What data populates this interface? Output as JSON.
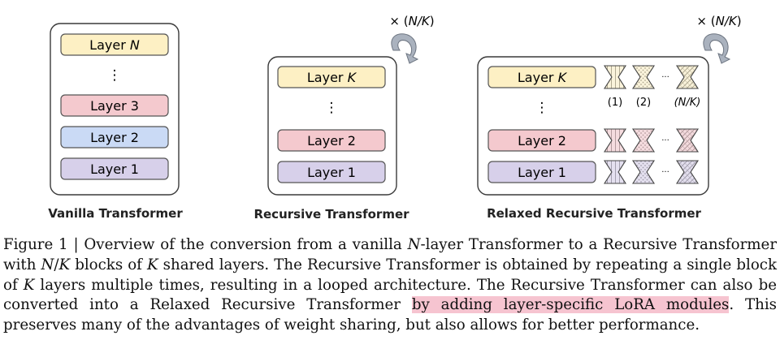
{
  "colors": {
    "layer_n": "#fdf0c4",
    "layer_3": "#f4c9ce",
    "layer_2_blue": "#cadaf5",
    "layer_pink": "#f4c9ce",
    "layer_purple": "#d7d0ea",
    "layer_k": "#fdf0c4",
    "block_border": "#3a3a3a",
    "loop_arrow": "#aab2be",
    "lora_highlight": "#f6c4d0"
  },
  "panels": {
    "vanilla": {
      "title": "Vanilla Transformer",
      "layers": {
        "top_prefix": "Layer ",
        "top_var": "N",
        "dots": "⋮",
        "l3": "Layer 3",
        "l2": "Layer 2",
        "l1": "Layer 1"
      }
    },
    "recursive": {
      "title": "Recursive Transformer",
      "repeat": {
        "times": "× (",
        "var": "N/K",
        "close": ")"
      },
      "layers": {
        "top_prefix": "Layer ",
        "top_var": "K",
        "dots": "⋮",
        "l2": "Layer 2",
        "l1": "Layer 1"
      }
    },
    "relaxed": {
      "title": "Relaxed Recursive Transformer",
      "repeat": {
        "times": "× (",
        "var": "N/K",
        "close": ")"
      },
      "layers": {
        "top_prefix": "Layer ",
        "top_var": "K",
        "dots": "⋮",
        "l2": "Layer 2",
        "l1": "Layer 1"
      },
      "lora_labels": [
        "(1)",
        "(2)",
        "(N/K)"
      ],
      "lora_ellipsis": "···"
    }
  },
  "caption": {
    "figure_label": "Figure 1 |",
    "s1": " Overview of the conversion from a vanilla ",
    "s1_var": "N",
    "s2": "-layer Transformer to a Recursive Transformer with ",
    "s2_var": "N",
    "s3": "/",
    "s3_var": "K",
    "s4": " blocks of ",
    "s4_var": "K",
    "s5": " shared layers. The Recursive Transformer is obtained by repeating a single block of ",
    "s5_var": "K",
    "s6": " layers multiple times, resulting in a looped architecture. The Recursive Transformer can also be converted into a Relaxed Recursive Transformer ",
    "highlight": "by adding layer-specific LoRA modules",
    "s7": ". This preserves many of the advantages of weight sharing, but also allows for better performance."
  }
}
